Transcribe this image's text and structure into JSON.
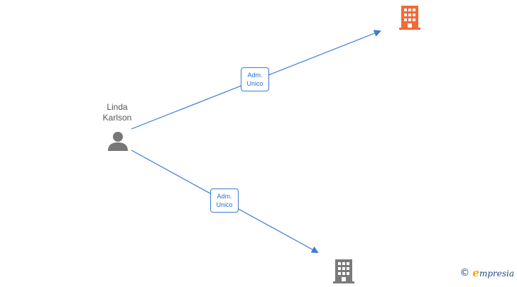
{
  "person": {
    "name_line1": "Linda",
    "name_line2": "Karlson",
    "icon": "person-icon"
  },
  "relations": [
    {
      "role_line1": "Adm.",
      "role_line2": "Unico",
      "target": "company-top",
      "color": "#3a7bd5"
    },
    {
      "role_line1": "Adm.",
      "role_line2": "Unico",
      "target": "company-bottom",
      "color": "#3a7bd5"
    }
  ],
  "companies": [
    {
      "id": "company-top",
      "icon": "building-icon",
      "color": "#f26a35",
      "highlighted": true
    },
    {
      "id": "company-bottom",
      "icon": "building-icon",
      "color": "#7a7a7a",
      "highlighted": false
    }
  ],
  "brand": {
    "copyright_symbol": "©",
    "name_initial": "e",
    "name_rest": "mpresia"
  }
}
